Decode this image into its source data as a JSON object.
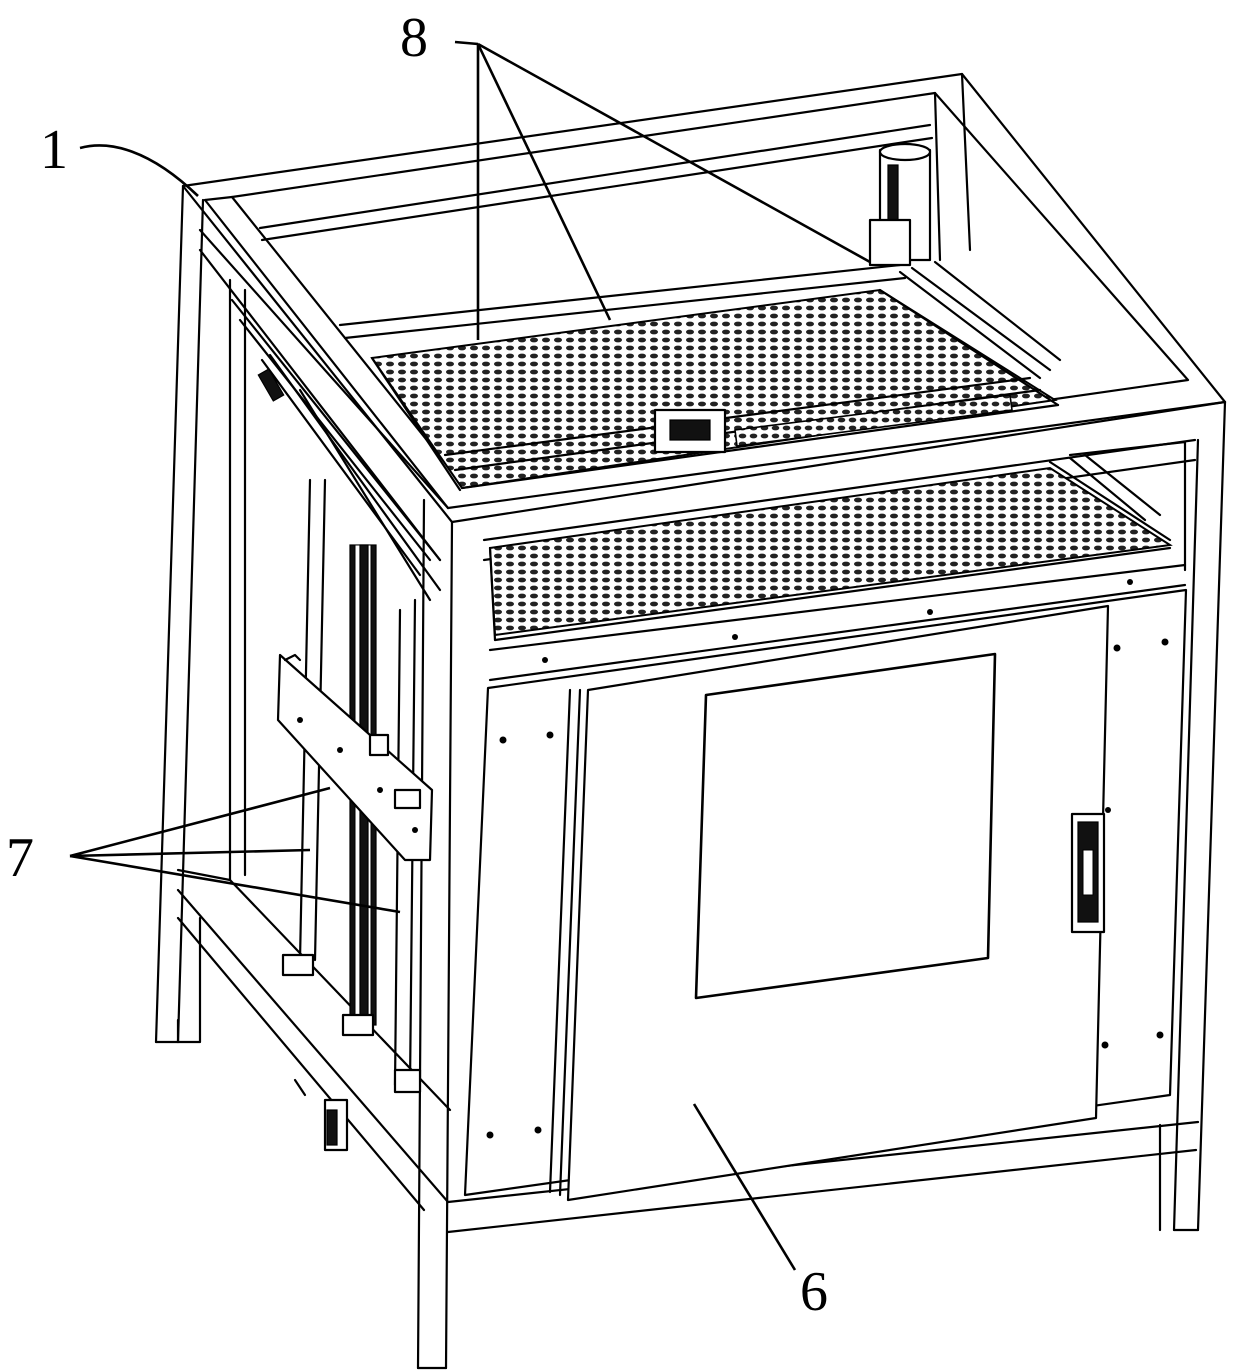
{
  "labels": {
    "frame": "1",
    "door": "6",
    "side_assemblies": "7",
    "top_assemblies": "8"
  }
}
